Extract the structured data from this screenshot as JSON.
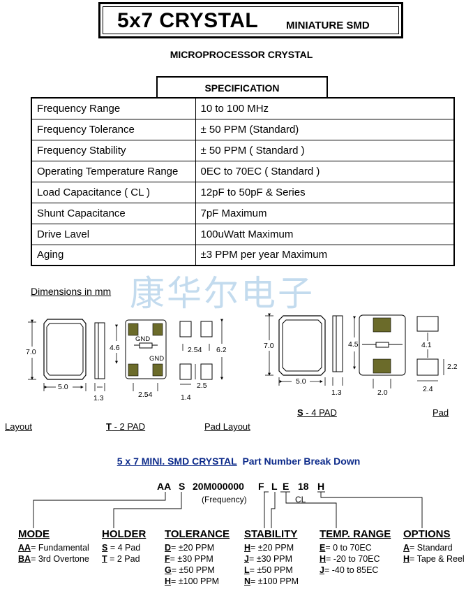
{
  "title": {
    "main": "5x7 CRYSTAL",
    "sub": "MINIATURE SMD"
  },
  "subtitle": "MICROPROCESSOR CRYSTAL",
  "spec_header": "SPECIFICATION",
  "spec_rows": [
    {
      "k": "Frequency Range",
      "v": "10  to 100 MHz"
    },
    {
      "k": "Frequency Tolerance",
      "v": "± 50 PPM (Standard)"
    },
    {
      "k": "Frequency Stability",
      "v": "± 50 PPM ( Standard )"
    },
    {
      "k": "Operating Temperature Range",
      "v": "0EC to 70EC ( Standard )"
    },
    {
      "k": "Load Capacitance ( CL )",
      "v": "12pF to 50pF & Series"
    },
    {
      "k": "Shunt Capacitance",
      "v": "7pF Maximum"
    },
    {
      "k": "Drive Lavel",
      "v": "100uWatt Maximum"
    },
    {
      "k": "Aging",
      "v": "±3 PPM per year Maximum"
    }
  ],
  "watermark": "康华尔电子",
  "dimensions_label": "Dimensions in mm",
  "drawing_t": {
    "h": "7.0",
    "w": "5.0",
    "thick": "1.3",
    "pad_dist": "4.6",
    "gnd1": "GND",
    "gnd2": "GND",
    "pad_w": "2.54",
    "pad_w2": "2.54",
    "pad_h": "6.2",
    "pad_gap": "2.5",
    "pad_sz": "1.4"
  },
  "drawing_s": {
    "h": "7.0",
    "w": "5.0",
    "thick": "1.3",
    "pad_dist": "4.5",
    "pad_w": "2.0",
    "pad_h1": "4.1",
    "pad_h2": "2.2",
    "pad_sz": "2.4"
  },
  "labels": {
    "layout": "Layout",
    "t_letter": "T",
    "t_rest": " - 2 PAD",
    "pad_layout": "Pad Layout",
    "s_letter": "S",
    "s_rest": " - 4 PAD",
    "pad": "Pad"
  },
  "part_number": {
    "title_underlined": "5 x 7 MINI. SMD CRYSTAL",
    "title_rest": "Part Number Break Down",
    "codes": [
      "AA",
      "S",
      "20M000000",
      "F",
      "L",
      "E",
      "18",
      "H"
    ],
    "frequency_note": "(Frequency)",
    "cl_note": "CL"
  },
  "categories": {
    "mode": {
      "title": "MODE",
      "items": [
        [
          "AA",
          "= Fundamental"
        ],
        [
          "BA",
          "= 3rd Overtone"
        ]
      ]
    },
    "holder": {
      "title": "HOLDER",
      "items": [
        [
          "S",
          " = 4 Pad"
        ],
        [
          "T",
          " = 2 Pad"
        ]
      ]
    },
    "tolerance": {
      "title": "TOLERANCE",
      "items": [
        [
          "D",
          "= ±20 PPM"
        ],
        [
          "F",
          "= ±30 PPM"
        ],
        [
          "G",
          "= ±50 PPM"
        ],
        [
          "H",
          "= ±100 PPM"
        ]
      ]
    },
    "stability": {
      "title": "STABILITY",
      "items": [
        [
          "H",
          "=  ±20 PPM"
        ],
        [
          "J",
          "=  ±30 PPM"
        ],
        [
          "L",
          "=  ±50 PPM"
        ],
        [
          "N",
          "=  ±100 PPM"
        ]
      ]
    },
    "temp": {
      "title": "TEMP. RANGE",
      "items": [
        [
          "E",
          "= 0 to 70EC"
        ],
        [
          "H",
          "= -20 to 70EC"
        ],
        [
          "J",
          "=  -40 to 85EC"
        ]
      ]
    },
    "options": {
      "title": "OPTIONS",
      "items": [
        [
          "A",
          "= Standard"
        ],
        [
          "H",
          "= Tape & Reel"
        ]
      ]
    }
  },
  "colors": {
    "pad_fill": "#6b6b2a",
    "title_blue": "#0c2a8a",
    "watermark": "#b9d5ec"
  }
}
